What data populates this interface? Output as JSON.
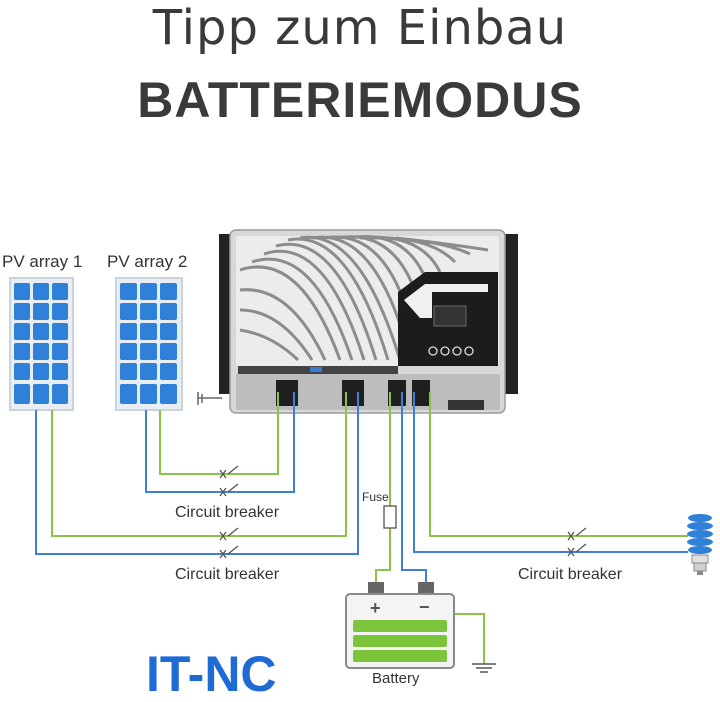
{
  "header": {
    "title": "Tipp zum Einbau",
    "subtitle": "BATTERIEMODUS"
  },
  "labels": {
    "pv_array_1": "PV array 1",
    "pv_array_2": "PV array 2",
    "breaker_1": "Circuit breaker",
    "breaker_2": "Circuit breaker",
    "breaker_3": "Circuit breaker",
    "fuse": "Fuse",
    "battery": "Battery",
    "battery_plus": "+",
    "battery_minus": "−",
    "logo": "IT-NC"
  },
  "colors": {
    "green_wire": "#8bc34a",
    "blue_wire": "#3f7fd6",
    "panel_blue": "#2f80d8",
    "logo_blue": "#1e6bd6",
    "battery_green": "#7cc43a"
  },
  "icons": [
    "solar-panel-icon",
    "charge-controller-icon",
    "ground-icon",
    "bulb-icon",
    "breaker-switch-icon",
    "fuse-icon",
    "battery-icon"
  ]
}
